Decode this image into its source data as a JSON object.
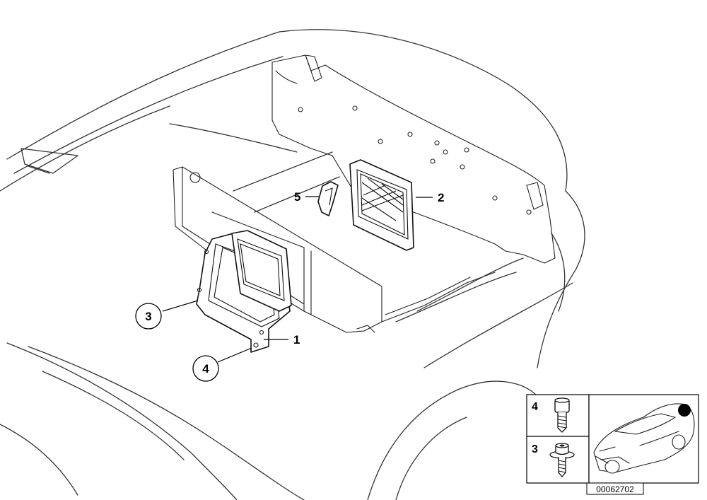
{
  "callouts": {
    "c1": "1",
    "c2": "2",
    "c3": "3",
    "c4": "4",
    "c5": "5"
  },
  "legend": {
    "item4_label": "4",
    "item3_label": "3"
  },
  "reference_number": "00062702"
}
